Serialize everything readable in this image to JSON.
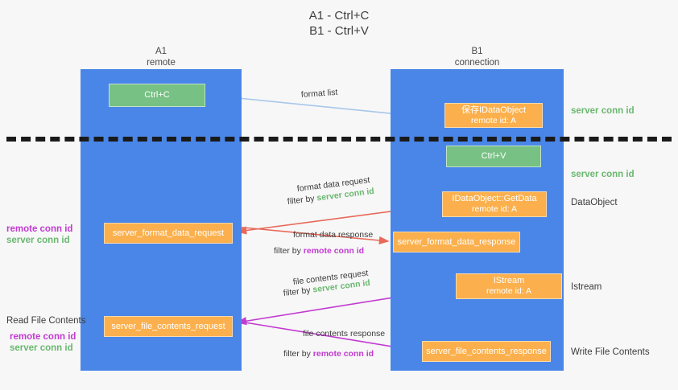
{
  "title": {
    "line1": "A1 - Ctrl+C",
    "line2": "B1 - Ctrl+V"
  },
  "columns": {
    "left": {
      "name": "A1",
      "role": "remote"
    },
    "right": {
      "name": "B1",
      "role": "connection"
    }
  },
  "colors": {
    "lane": "#4a86e8",
    "green_node": "#76c183",
    "orange_node": "#fbb04d",
    "server_conn_id": "#69b86f",
    "remote_conn_id": "#c23ad1",
    "divider": "#1a1a1a",
    "arrow_format_list": "#a8c7ea",
    "arrow_format_data": "#e8695a",
    "arrow_file_contents": "#c23ad1",
    "arrow_internal": "#000000"
  },
  "nodes": {
    "ctrl_c": {
      "line1": "Ctrl+C",
      "line2": ""
    },
    "save_idataobject": {
      "line1": "保存IDataObject",
      "line2": "remote id: A"
    },
    "ctrl_v": {
      "line1": "Ctrl+V",
      "line2": ""
    },
    "getdata": {
      "line1": "IDataObject::GetData",
      "line2": "remote id: A"
    },
    "istream": {
      "line1": "IStream",
      "line2": "remote id: A"
    },
    "server_format_data_request": {
      "line1": "server_format_data_request",
      "line2": ""
    },
    "server_format_data_response": {
      "line1": "server_format_data_response",
      "line2": ""
    },
    "server_file_contents_request": {
      "line1": "server_file_contents_request",
      "line2": ""
    },
    "server_file_contents_response": {
      "line1": "server_file_contents_response",
      "line2": ""
    }
  },
  "side_labels": {
    "server_conn_id_top": "server conn id",
    "server_conn_id_mid": "server conn id",
    "dataobject": "DataObject",
    "istream": "Istream",
    "write_file_contents": "Write File Contents",
    "read_file_contents": "Read File Contents",
    "remote_conn_id": "remote conn id",
    "server_conn_id": "server conn id"
  },
  "captions": {
    "format_list": "format list",
    "format_data_request": "format data request",
    "format_data_request_filter_prefix": "filter by ",
    "format_data_request_filter_key": "server conn id",
    "format_data_response": "format data response",
    "format_data_response_filter_prefix": "filter by ",
    "format_data_response_filter_key": "remote conn id",
    "file_contents_request": "file contents request",
    "file_contents_request_filter_prefix": "filter by ",
    "file_contents_request_filter_key": "server conn id",
    "file_contents_response": "file contents response",
    "file_contents_response_filter_prefix": "filter by ",
    "file_contents_response_filter_key": "remote conn id"
  }
}
